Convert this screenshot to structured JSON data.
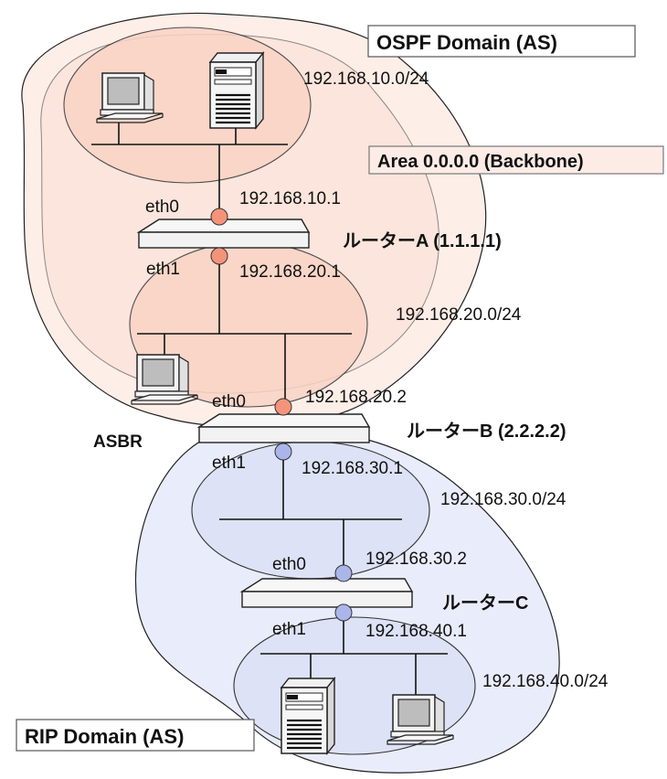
{
  "colors": {
    "ospf_fill": "#fdeee8",
    "area_fill": "#fbd9cc",
    "rip_fill": "#e9ecfa",
    "subnet_rip_fill": "#dde2f6",
    "ospf_port": "#f4937a",
    "rip_port": "#aab6ea"
  },
  "domains": {
    "ospf": "OSPF Domain (AS)",
    "area": "Area 0.0.0.0 (Backbone)",
    "rip": "RIP Domain (AS)"
  },
  "networks": {
    "net10": "192.168.10.0/24",
    "net20": "192.168.20.0/24",
    "net30": "192.168.30.0/24",
    "net40": "192.168.40.0/24"
  },
  "routers": {
    "a": {
      "name": "ルーターA (1.1.1.1)",
      "eth0": "eth0",
      "eth0_ip": "192.168.10.1",
      "eth1": "eth1",
      "eth1_ip": "192.168.20.1"
    },
    "b": {
      "name": "ルーターB (2.2.2.2)",
      "role": "ASBR",
      "eth0": "eth0",
      "eth0_ip": "192.168.20.2",
      "eth1": "eth1",
      "eth1_ip": "192.168.30.1"
    },
    "c": {
      "name": "ルーターC",
      "eth0": "eth0",
      "eth0_ip": "192.168.30.2",
      "eth1": "eth1",
      "eth1_ip": "192.168.40.1"
    }
  },
  "icons": {
    "pc": "desktop-computer-icon",
    "server": "server-tower-icon",
    "router": "router-box-icon"
  }
}
